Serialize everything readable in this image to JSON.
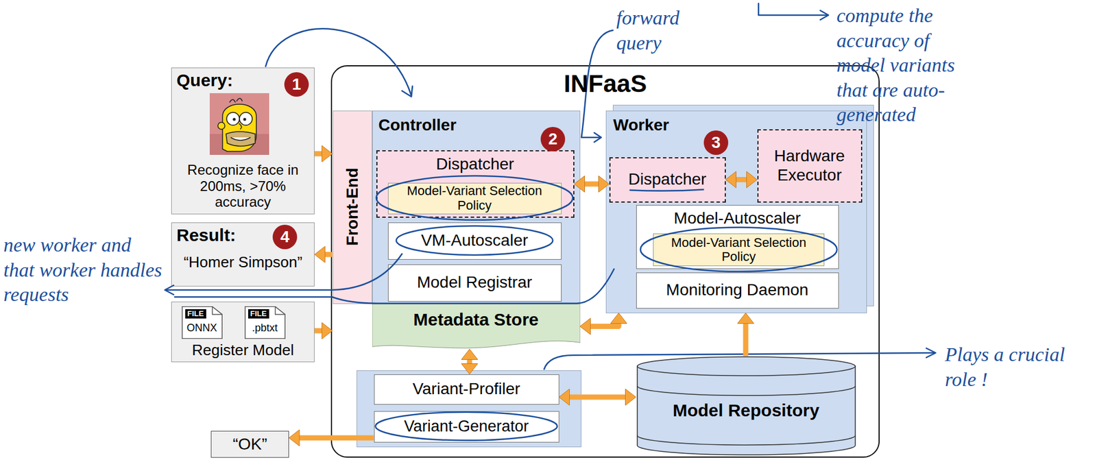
{
  "diagram": {
    "nodes": [
      {
        "text": [
          "Query:",
          "Recognize face in 200ms, >70% accuracy"
        ]
      },
      {
        "text": [
          "Result:",
          "“Homer Simpson”"
        ]
      },
      {
        "text": [
          "Register Model"
        ]
      },
      {
        "text": [
          "FILE",
          "ONNX"
        ],
        "in": 2
      },
      {
        "text": [
          "FILE",
          ".pbtxt"
        ],
        "in": 2
      },
      {
        "text": [
          "“OK”"
        ]
      },
      {
        "text": [
          "INFaaS"
        ]
      },
      {
        "text": [
          "Front-End"
        ],
        "in": 6
      },
      {
        "text": [
          "Controller"
        ],
        "in": 6
      },
      {
        "text": [
          "Dispatcher"
        ],
        "in": 8
      },
      {
        "text": [
          "Model-Variant Selection Policy"
        ],
        "in": 9
      },
      {
        "text": [
          "VM-Autoscaler"
        ],
        "in": 8
      },
      {
        "text": [
          "Model Registrar"
        ],
        "in": 8
      },
      {
        "text": [
          "Metadata Store"
        ],
        "in": 6
      },
      {
        "text": [
          "Worker"
        ],
        "in": 6
      },
      {
        "text": [
          "Dispatcher"
        ],
        "in": 14
      },
      {
        "text": [
          "Hardware Executor"
        ],
        "in": 14
      },
      {
        "text": [
          "Model-Autoscaler"
        ],
        "in": 14
      },
      {
        "text": [
          "Model-Variant Selection Policy"
        ],
        "in": 17
      },
      {
        "text": [
          "Monitoring Daemon"
        ],
        "in": 14
      },
      {
        "text": [
          "Variant-Profiler"
        ],
        "in": 6
      },
      {
        "text": [
          "Variant-Generator"
        ],
        "in": 6
      },
      {
        "text": [
          "Model Repository"
        ],
        "in": 6
      }
    ],
    "edges": [
      {
        "from": 0,
        "to": 7,
        "arrow": "to"
      },
      {
        "from": 7,
        "to": 1,
        "arrow": "to"
      },
      {
        "from": 2,
        "to": 7,
        "arrow": "to"
      },
      {
        "from": 9,
        "to": 15,
        "arrow": "both"
      },
      {
        "from": 15,
        "to": 16,
        "arrow": "both"
      },
      {
        "from": 13,
        "to": 14,
        "arrow": "both"
      },
      {
        "from": 13,
        "to": 20,
        "arrow": "both"
      },
      {
        "from": 20,
        "to": 22,
        "arrow": "both"
      },
      {
        "from": 22,
        "to": 14,
        "arrow": "to"
      },
      {
        "from": 21,
        "to": 5,
        "arrow": "to"
      }
    ],
    "labels": [
      "1",
      "2",
      "3",
      "4",
      "forward query",
      "compute the accuracy of model variants that are auto-generated",
      "new worker and that worker handles requests",
      "Plays a crucial role !"
    ]
  }
}
